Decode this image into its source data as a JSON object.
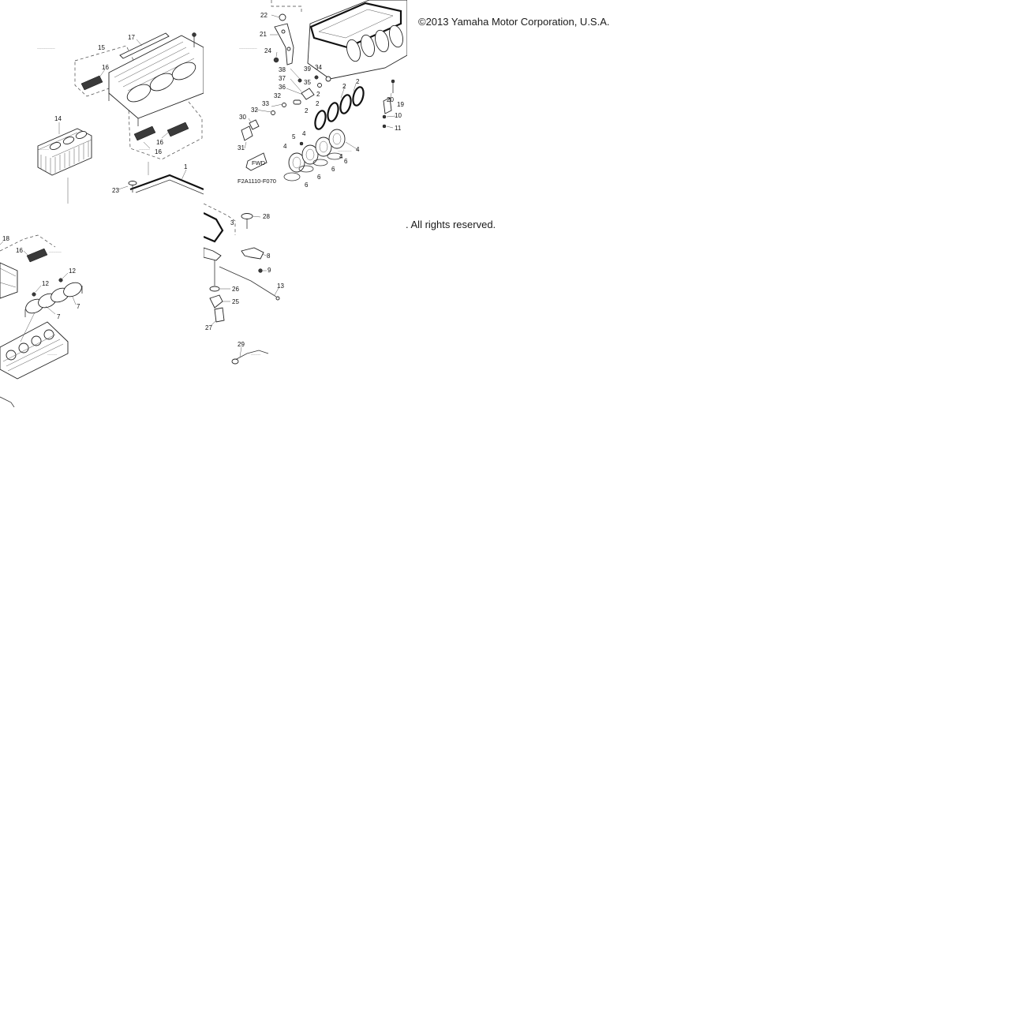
{
  "notice": {
    "copyright": "©2013 Yamaha Motor Corporation, U.S.A.",
    "rights": ". All rights reserved."
  },
  "diagram": {
    "figure_code": "F2A1110-F070",
    "fwd_marker": "FWD",
    "ref_labels": {
      "a": [
        "17",
        "15",
        "16",
        "14",
        "16",
        "16",
        "23",
        "1"
      ],
      "b": [
        "22",
        "21",
        "24",
        "38",
        "37",
        "36",
        "39",
        "35",
        "34",
        "33",
        "32",
        "32",
        "30",
        "31",
        "2",
        "2",
        "2",
        "2",
        "2",
        "5",
        "4",
        "4",
        "4",
        "4",
        "6",
        "6",
        "6",
        "6",
        "20",
        "19",
        "10",
        "11"
      ],
      "c": [
        "18",
        "16",
        "12",
        "12",
        "7",
        "7"
      ],
      "d": [
        "3",
        "28",
        "8",
        "9",
        "13",
        "26",
        "25",
        "27",
        "29"
      ]
    }
  }
}
